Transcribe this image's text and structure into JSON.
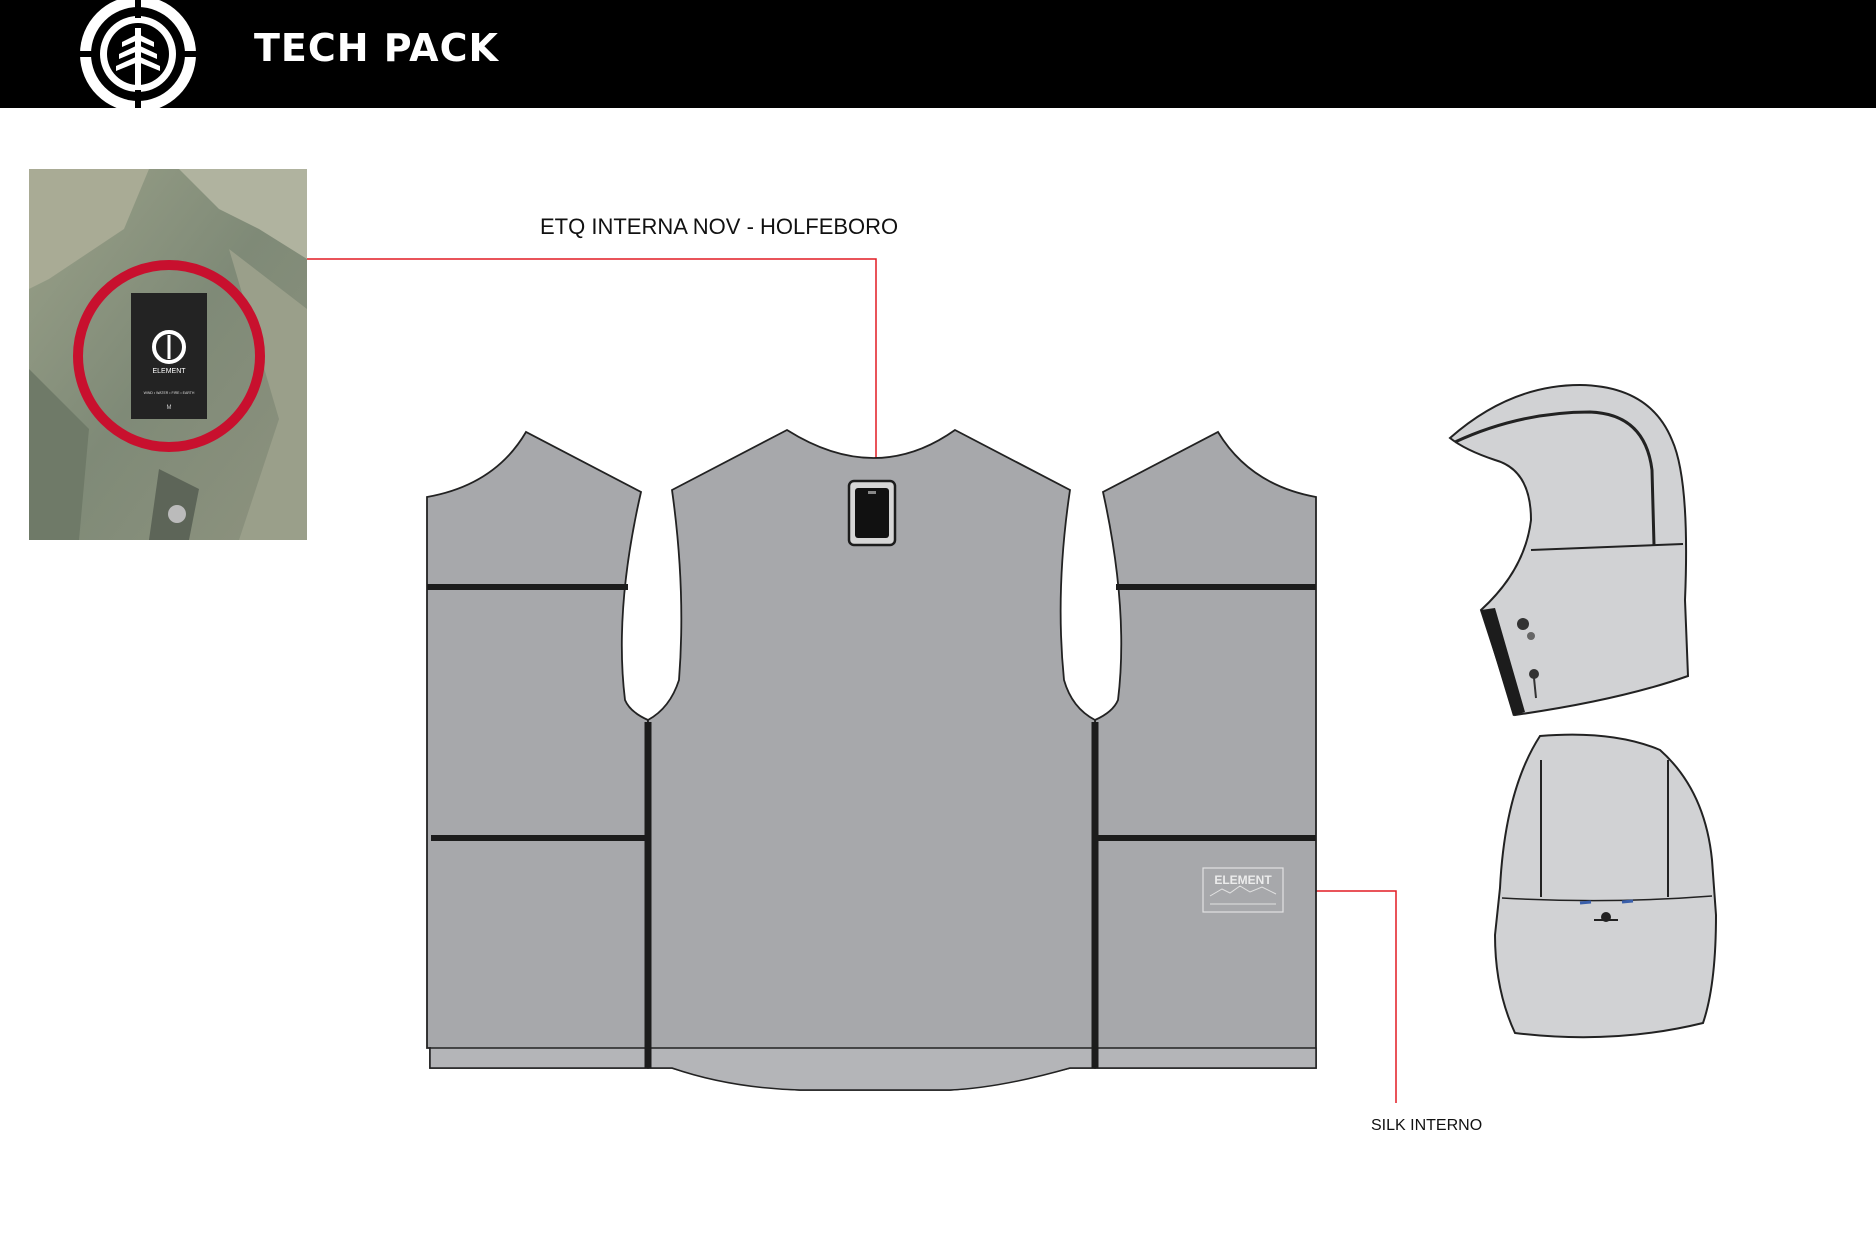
{
  "header": {
    "title": "TECH PACK",
    "logo": "element-tree-logo"
  },
  "photo": {
    "tag_brand": "ELEMENT",
    "tag_tagline": "WIND • WATER • FIRE • EARTH",
    "tag_size": "M",
    "highlight_color": "#c8102e"
  },
  "callouts": {
    "inner_label": "ETQ INTERNA NOV - HOLFEBORO",
    "silk": "SILK INTERNO",
    "line_color": "#e21b23"
  },
  "garment": {
    "silk_print_text": "ELEMENT",
    "fill_color": "#a7a8ab",
    "hood_fill_color": "#d1d2d4"
  }
}
